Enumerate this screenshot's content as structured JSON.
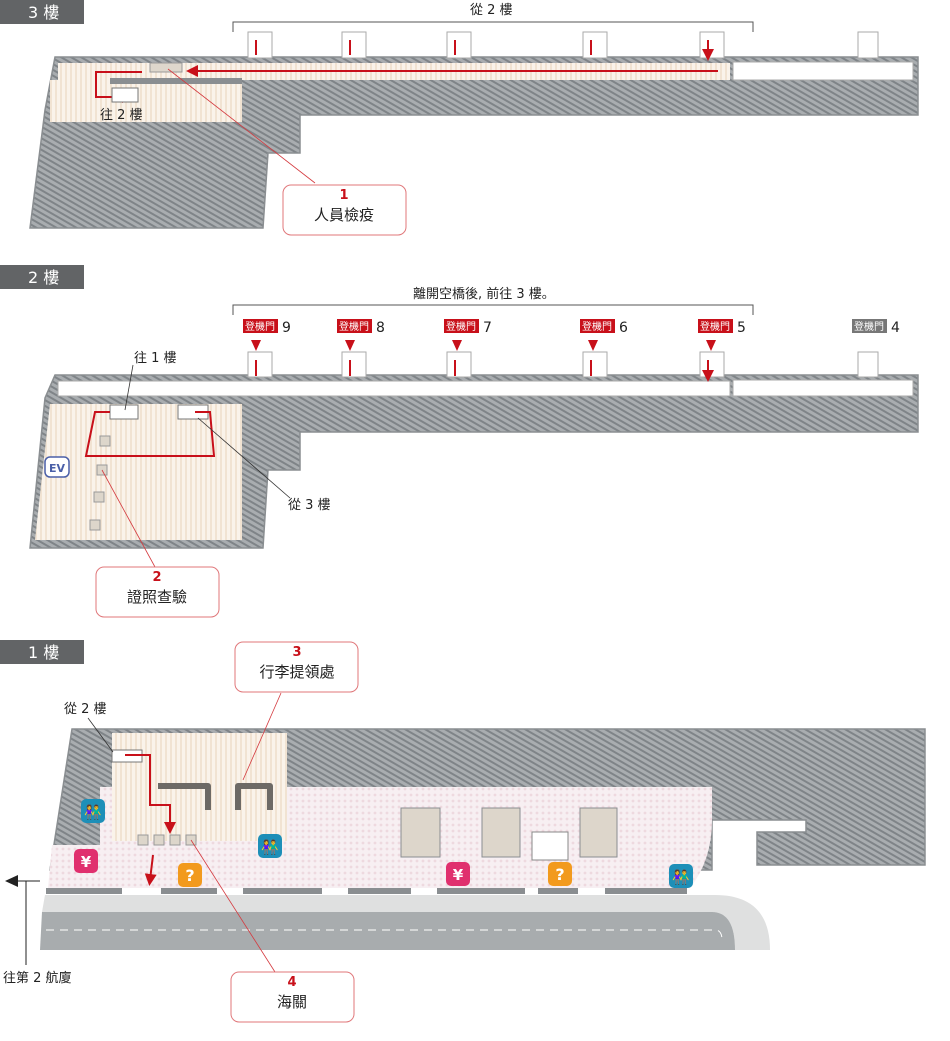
{
  "floors": {
    "f3": {
      "label": "3 樓",
      "bracket_text": "從 2 樓",
      "stair_label": "往 2 樓",
      "callout": {
        "number": "1",
        "text": "人員檢疫"
      }
    },
    "f2": {
      "label": "2 樓",
      "bracket_text": "離開空橋後, 前往 3 樓。",
      "gate_word": "登機門",
      "gates": [
        "9",
        "8",
        "7",
        "6",
        "5",
        "4"
      ],
      "to_1f": "往 1 樓",
      "from_3f": "從 3 樓",
      "ev": "EV",
      "callout": {
        "number": "2",
        "text": "證照查驗"
      }
    },
    "f1": {
      "label": "1 樓",
      "from_2f": "從 2 樓",
      "to_t2": "往第 2 航廈",
      "callout3": {
        "number": "3",
        "text": "行李提領處"
      },
      "callout4": {
        "number": "4",
        "text": "海關"
      },
      "icons": {
        "yen": "¥",
        "info": "?"
      }
    }
  },
  "colors": {
    "accent_red": "#c8101a",
    "restroom": "#1d8fb8",
    "exchange": "#e0306e",
    "info": "#f29a1d",
    "tab": "#626466"
  }
}
